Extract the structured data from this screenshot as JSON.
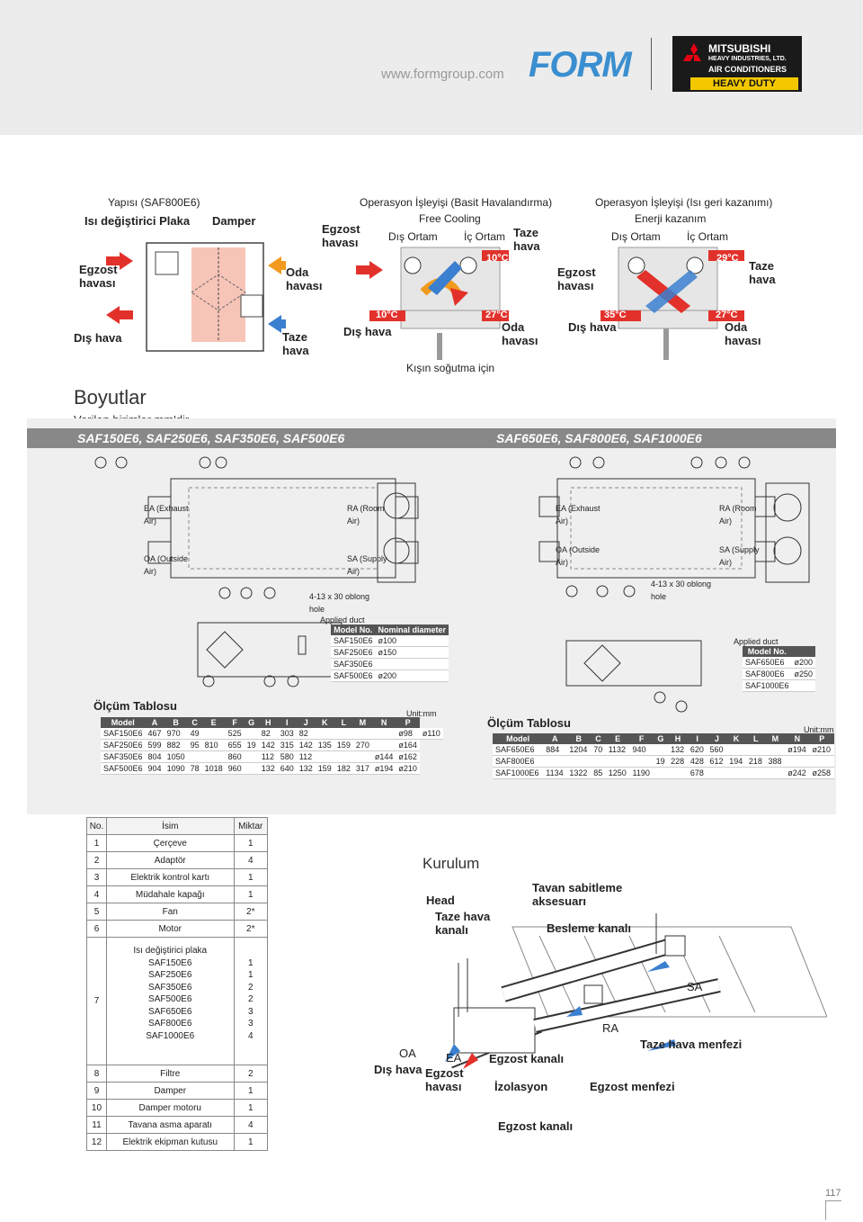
{
  "header": {
    "url": "www.formgroup.com",
    "form_logo": "FORM",
    "mitsubishi_brand": "MITSUBISHI",
    "mitsubishi_sub": "HEAVY INDUSTRIES, LTD.",
    "air_conditioners": "AIR CONDITIONERS",
    "heavy_duty": "HEAVY DUTY"
  },
  "structure": {
    "title": "Yapısı (SAF800E6)",
    "heat_exchanger": "Isı değiştirici Plaka",
    "damper": "Damper",
    "exhaust": "Egzost havası",
    "room_air": "Oda havası",
    "outside_air": "Dış hava",
    "fresh_air": "Taze hava"
  },
  "op_cooling": {
    "title": "Operasyon İşleyişi (Basit Havalandırma)",
    "subtitle": "Free Cooling",
    "exhaust": "Egzost havası",
    "outdoor": "Dış Ortam",
    "indoor": "İç Ortam",
    "fresh": "Taze hava",
    "temp_top": "10°C",
    "temp_left": "10°C",
    "temp_right": "27°C",
    "outside_air": "Dış hava",
    "room_air": "Oda havası",
    "caption": "Kışın soğutma için"
  },
  "op_recovery": {
    "title": "Operasyon İşleyişi (Isı geri kazanımı)",
    "subtitle": "Enerji kazanım",
    "outdoor": "Dış Ortam",
    "indoor": "İç Ortam",
    "exhaust": "Egzost havası",
    "fresh": "Taze hava",
    "temp_top": "29°C",
    "temp_left": "35°C",
    "temp_right": "27°C",
    "outside_air": "Dış hava",
    "room_air": "Oda havası"
  },
  "dimensions": {
    "title": "Boyutlar",
    "note": "Verilen birimler mm'dir.",
    "left_models": "SAF150E6, SAF250E6, SAF350E6, SAF500E6",
    "right_models": "SAF650E6, SAF800E6, SAF1000E6",
    "ea": "EA (Exhaust Air)",
    "oa": "OA (Outside Air)",
    "ra": "RA (Room Air)",
    "sa": "SA (Supply Air)",
    "hole": "4-13 x 30 oblong hole",
    "applied_duct": "Applied duct",
    "model_no": "Model No.",
    "nominal": "Nominal diameter",
    "left_duct": [
      {
        "model": "SAF150E6",
        "dia": "ø100"
      },
      {
        "model": "SAF250E6",
        "dia": "ø150"
      },
      {
        "model": "SAF350E6",
        "dia": ""
      },
      {
        "model": "SAF500E6",
        "dia": "ø200"
      }
    ],
    "right_duct": [
      {
        "model": "SAF650E6",
        "dia": "ø200"
      },
      {
        "model": "SAF800E6",
        "dia": "ø250"
      },
      {
        "model": "SAF1000E6",
        "dia": ""
      }
    ]
  },
  "measure_left": {
    "title": "Ölçüm Tablosu",
    "unit": "Unit:mm",
    "headers": [
      "Model",
      "A",
      "B",
      "C",
      "E",
      "F",
      "G",
      "H",
      "I",
      "J",
      "K",
      "L",
      "M",
      "N",
      "P"
    ],
    "rows": [
      [
        "SAF150E6",
        "467",
        "970",
        "49",
        "",
        "525",
        "",
        "82",
        "303",
        "82",
        "",
        "",
        "",
        "",
        "ø98",
        "ø110"
      ],
      [
        "SAF250E6",
        "599",
        "882",
        "95",
        "810",
        "655",
        "19",
        "142",
        "315",
        "142",
        "135",
        "159",
        "270",
        "",
        "ø164"
      ],
      [
        "SAF350E6",
        "804",
        "1050",
        "",
        "",
        "860",
        "",
        "112",
        "580",
        "112",
        "",
        "",
        "",
        "ø144",
        "ø162"
      ],
      [
        "SAF500E6",
        "904",
        "1090",
        "78",
        "1018",
        "960",
        "",
        "132",
        "640",
        "132",
        "159",
        "182",
        "317",
        "ø194",
        "ø210"
      ]
    ]
  },
  "measure_right": {
    "title": "Ölçüm Tablosu",
    "unit": "Unit:mm",
    "headers": [
      "Model",
      "A",
      "B",
      "C",
      "E",
      "F",
      "G",
      "H",
      "I",
      "J",
      "K",
      "L",
      "M",
      "N",
      "P"
    ],
    "rows": [
      [
        "SAF650E6",
        "884",
        "1204",
        "70",
        "1132",
        "940",
        "",
        "132",
        "620",
        "560",
        "",
        "",
        "",
        "ø194",
        "ø210"
      ],
      [
        "SAF800E6",
        "",
        "",
        "",
        "",
        "",
        "19",
        "228",
        "428",
        "612",
        "194",
        "218",
        "388",
        "",
        ""
      ],
      [
        "SAF1000E6",
        "1134",
        "1322",
        "85",
        "1250",
        "1190",
        "",
        "",
        "678",
        "",
        "",
        "",
        "",
        "ø242",
        "ø258"
      ]
    ]
  },
  "parts": {
    "headers": [
      "No.",
      "İsim",
      "Miktar"
    ],
    "rows": [
      {
        "no": "1",
        "name": "Çerçeve",
        "qty": "1"
      },
      {
        "no": "2",
        "name": "Adaptör",
        "qty": "4"
      },
      {
        "no": "3",
        "name": "Elektrik kontrol kartı",
        "qty": "1"
      },
      {
        "no": "4",
        "name": "Müdahale kapağı",
        "qty": "1"
      },
      {
        "no": "5",
        "name": "Fan",
        "qty": "2*"
      },
      {
        "no": "6",
        "name": "Motor",
        "qty": "2*"
      }
    ],
    "row7": {
      "no": "7",
      "names": [
        "Isı değiştirici plaka",
        "SAF150E6",
        "SAF250E6",
        "SAF350E6",
        "SAF500E6",
        "SAF650E6",
        "SAF800E6",
        "SAF1000E6"
      ],
      "qtys": [
        "",
        "1",
        "1",
        "2",
        "2",
        "3",
        "3",
        "4"
      ]
    },
    "rows_after": [
      {
        "no": "8",
        "name": "Filtre",
        "qty": "2"
      },
      {
        "no": "9",
        "name": "Damper",
        "qty": "1"
      },
      {
        "no": "10",
        "name": "Damper motoru",
        "qty": "1"
      },
      {
        "no": "11",
        "name": "Tavana asma aparatı",
        "qty": "4"
      },
      {
        "no": "12",
        "name": "Elektrik ekipman kutusu",
        "qty": "1"
      }
    ]
  },
  "installation": {
    "title": "Kurulum",
    "head": "Head",
    "fresh_duct": "Taze hava kanalı",
    "ceiling": "Tavan sabitleme aksesuarı",
    "supply_duct": "Besleme kanalı",
    "sa": "SA",
    "ra": "RA",
    "fresh_grille": "Taze hava menfezi",
    "oa": "OA",
    "outside": "Dış hava",
    "ea": "EA",
    "exhaust_air": "Egzost havası",
    "exhaust_duct1": "Egzost kanalı",
    "insulation": "İzolasyon",
    "exhaust_grille": "Egzost menfezi",
    "exhaust_duct2": "Egzost kanalı"
  },
  "page_number": "117"
}
